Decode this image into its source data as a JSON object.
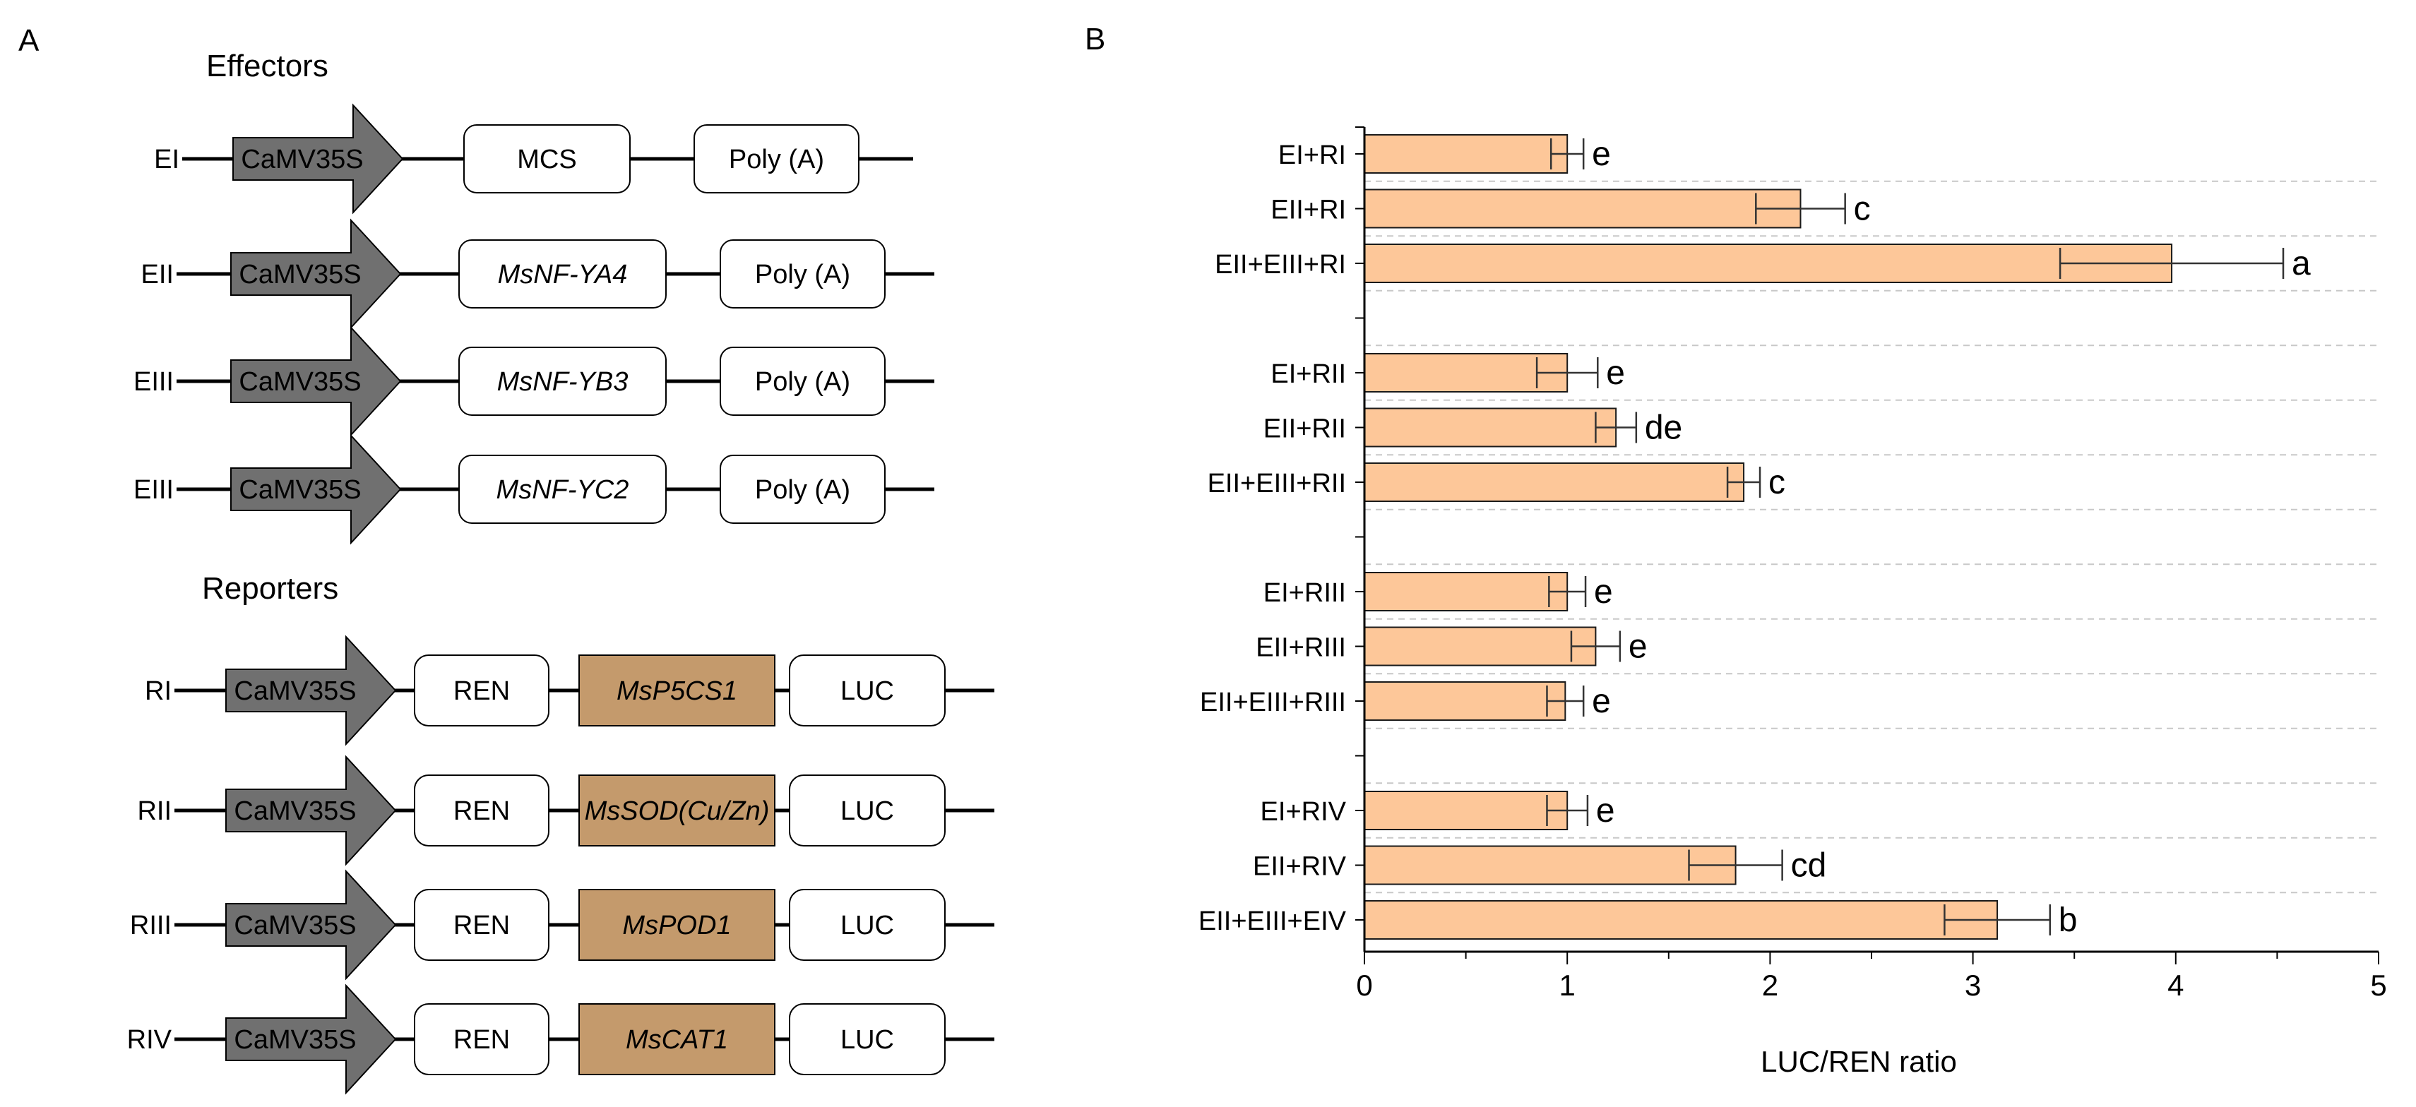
{
  "panel_a": {
    "label": "A",
    "effectors_heading": "Effectors",
    "reporters_heading": "Reporters",
    "promoter_label": "CaMV35S",
    "effectors": [
      {
        "name": "EI",
        "insert": "MCS",
        "insert_italic": false,
        "terminator": "Poly (A)"
      },
      {
        "name": "EII",
        "insert": "MsNF-YA4",
        "insert_italic": true,
        "terminator": "Poly (A)"
      },
      {
        "name": "EIII",
        "insert": "MsNF-YB3",
        "insert_italic": true,
        "terminator": "Poly (A)"
      },
      {
        "name": "EIII",
        "insert": "MsNF-YC2",
        "insert_italic": true,
        "terminator": "Poly (A)"
      }
    ],
    "reporters": [
      {
        "name": "RI",
        "ren": "REN",
        "gene": "MsP5CS1",
        "luc": "LUC"
      },
      {
        "name": "RII",
        "ren": "REN",
        "gene": "MsSOD(Cu/Zn)",
        "luc": "LUC"
      },
      {
        "name": "RIII",
        "ren": "REN",
        "gene": "MsPOD1",
        "luc": "LUC"
      },
      {
        "name": "RIV",
        "ren": "REN",
        "gene": "MsCAT1",
        "luc": "LUC"
      }
    ],
    "colors": {
      "promoter": "#707070",
      "gene_box": "#c49a6c"
    }
  },
  "chart_data": {
    "type": "bar",
    "orientation": "horizontal",
    "panel_label": "B",
    "xlabel": "LUC/REN ratio",
    "ylabel": "",
    "title": "",
    "xlim": [
      0,
      5
    ],
    "xticks": [
      "0",
      "1",
      "2",
      "3",
      "4",
      "5"
    ],
    "grid": "dashed horizontal",
    "bar_color": "#fdc799",
    "groups": [
      {
        "bars": [
          {
            "category": "EI+RI",
            "value": 1.0,
            "error": 0.08,
            "letter": "e"
          },
          {
            "category": "EII+RI",
            "value": 2.15,
            "error": 0.22,
            "letter": "c"
          },
          {
            "category": "EII+EIII+RI",
            "value": 3.98,
            "error": 0.55,
            "letter": "a"
          }
        ]
      },
      {
        "bars": [
          {
            "category": "EI+RII",
            "value": 1.0,
            "error": 0.15,
            "letter": "e"
          },
          {
            "category": "EII+RII",
            "value": 1.24,
            "error": 0.1,
            "letter": "de"
          },
          {
            "category": "EII+EIII+RII",
            "value": 1.87,
            "error": 0.08,
            "letter": "c"
          }
        ]
      },
      {
        "bars": [
          {
            "category": "EI+RIII",
            "value": 1.0,
            "error": 0.09,
            "letter": "e"
          },
          {
            "category": "EII+RIII",
            "value": 1.14,
            "error": 0.12,
            "letter": "e"
          },
          {
            "category": "EII+EIII+RIII",
            "value": 0.99,
            "error": 0.09,
            "letter": "e"
          }
        ]
      },
      {
        "bars": [
          {
            "category": "EI+RIV",
            "value": 1.0,
            "error": 0.1,
            "letter": "e"
          },
          {
            "category": "EII+RIV",
            "value": 1.83,
            "error": 0.23,
            "letter": "cd"
          },
          {
            "category": "EII+EIII+EIV",
            "value": 3.12,
            "error": 0.26,
            "letter": "b"
          }
        ]
      }
    ]
  }
}
